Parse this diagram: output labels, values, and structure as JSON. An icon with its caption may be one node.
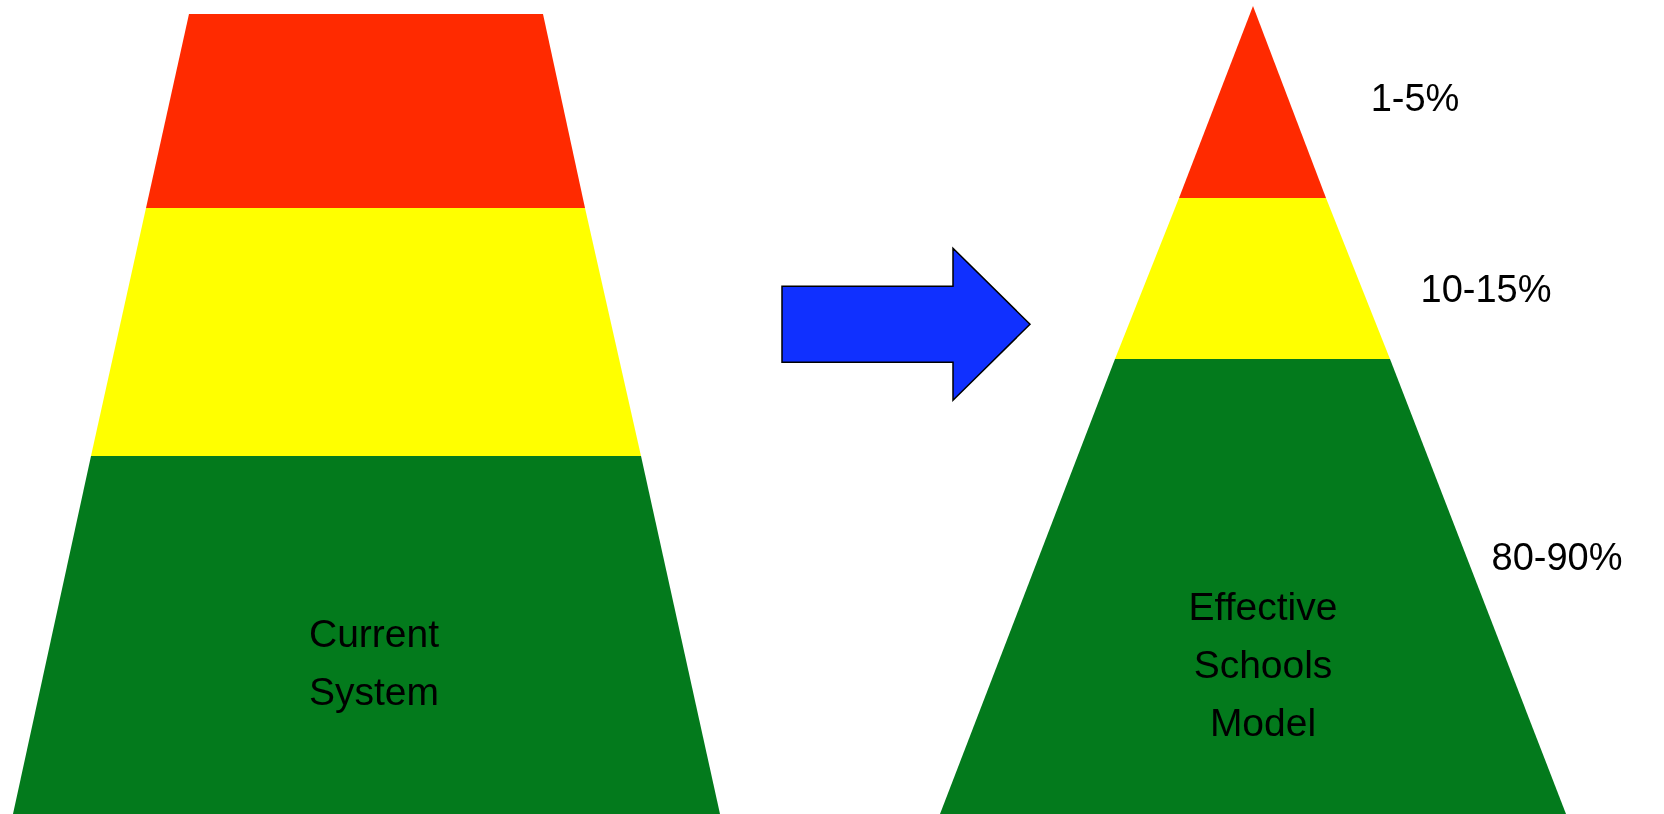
{
  "diagram": {
    "nodes": [
      {
        "text": [],
        "shape": "trapezoid"
      },
      {
        "text": [],
        "shape": "trapezoid"
      },
      {
        "text": [
          "Current System"
        ]
      },
      {
        "text": [],
        "shape": "triangle",
        "beside": [
          "1-5%"
        ]
      },
      {
        "text": [],
        "shape": "trapezoid",
        "beside": [
          "10-15%"
        ]
      },
      {
        "text": [
          "Effective Schools Model"
        ],
        "beside": [
          "80-90%"
        ]
      }
    ],
    "edges": [
      {
        "from": 1,
        "to": 4,
        "arrow": "to",
        "style": "thick"
      }
    ]
  }
}
